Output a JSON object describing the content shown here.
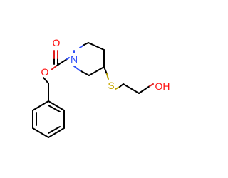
{
  "molecule": {
    "atoms": {
      "carbonyl_o": {
        "label": "O",
        "color": "#ff0d0d"
      },
      "ester_o": {
        "label": "O",
        "color": "#ff0d0d"
      },
      "nitrogen": {
        "label": "N",
        "color": "#3050f8"
      },
      "sulfur": {
        "label": "S",
        "color": "#c8a800"
      },
      "hydroxyl": {
        "label": "OH",
        "color": "#ff0d0d"
      }
    }
  }
}
